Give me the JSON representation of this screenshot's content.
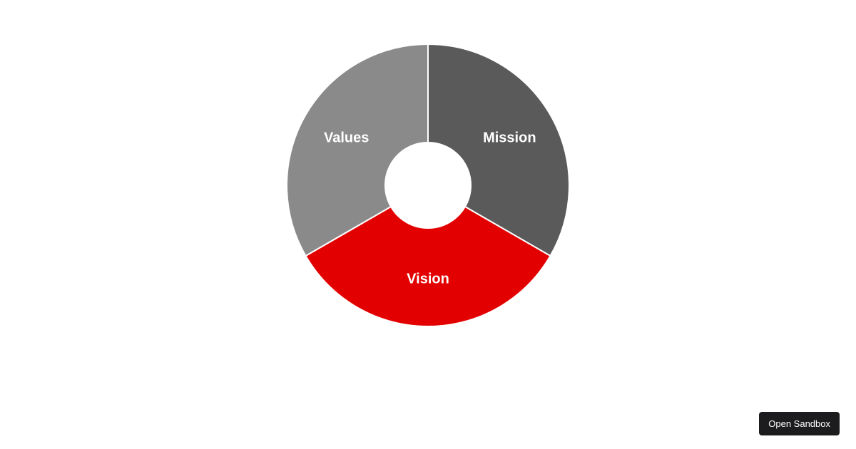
{
  "chart_data": {
    "type": "pie",
    "donut": true,
    "slices": [
      {
        "label": "Mission",
        "value": 1,
        "color": "#5a5a5a"
      },
      {
        "label": "Vision",
        "value": 1,
        "color": "#e30000"
      },
      {
        "label": "Values",
        "value": 1,
        "color": "#8a8a8a"
      }
    ],
    "start_angle_deg": 0,
    "slice_border_color": "#ffffff"
  },
  "toolbar": {
    "open_sandbox_label": "Open Sandbox"
  }
}
